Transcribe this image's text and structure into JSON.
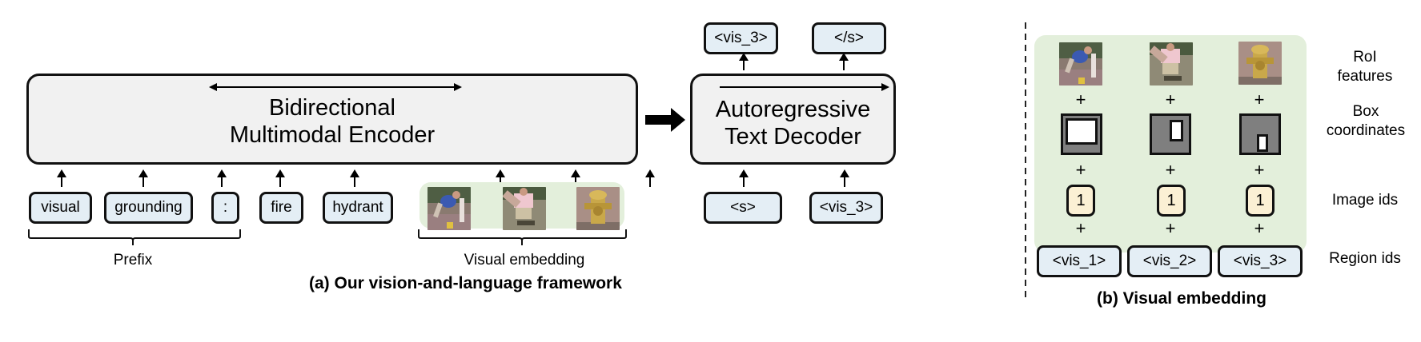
{
  "panel_a": {
    "encoder": {
      "line1": "Bidirectional",
      "line2": "Multimodal Encoder",
      "direction": "bidirectional"
    },
    "decoder": {
      "line1": "Autoregressive",
      "line2": "Text Decoder",
      "direction": "left-to-right"
    },
    "encoder_inputs": [
      "visual",
      "grounding",
      ":",
      "fire",
      "hydrant"
    ],
    "visual_inputs": [
      {
        "icon": "person-jumping-image"
      },
      {
        "icon": "person-walking-image"
      },
      {
        "icon": "fire-hydrant-image"
      }
    ],
    "decoder_inputs": [
      "<s>",
      "<vis_3>"
    ],
    "decoder_outputs": [
      "<vis_3>",
      "</s>"
    ],
    "brace_prefix_label": "Prefix",
    "brace_visual_label": "Visual embedding",
    "caption": "(a) Our vision-and-language framework"
  },
  "panel_b": {
    "row_labels": {
      "roi": [
        "RoI",
        "features"
      ],
      "box": [
        "Box",
        "coordinates"
      ],
      "image_ids": "Image ids",
      "region_ids": "Region ids"
    },
    "columns": [
      {
        "roi_icon": "person-jumping-image",
        "box": "large-top-left",
        "image_id": "1",
        "region_id": "<vis_1>"
      },
      {
        "roi_icon": "person-walking-image",
        "box": "small-top-right",
        "image_id": "1",
        "region_id": "<vis_2>"
      },
      {
        "roi_icon": "fire-hydrant-image",
        "box": "small-bottom-center",
        "image_id": "1",
        "region_id": "<vis_3>"
      }
    ],
    "plus": "+",
    "caption": "(b) Visual embedding"
  },
  "colors": {
    "token_fill": "#e4eef5",
    "image_id_fill": "#fbf0d4",
    "visual_bg": "#e3efdb",
    "module_fill": "#f1f1f1"
  }
}
